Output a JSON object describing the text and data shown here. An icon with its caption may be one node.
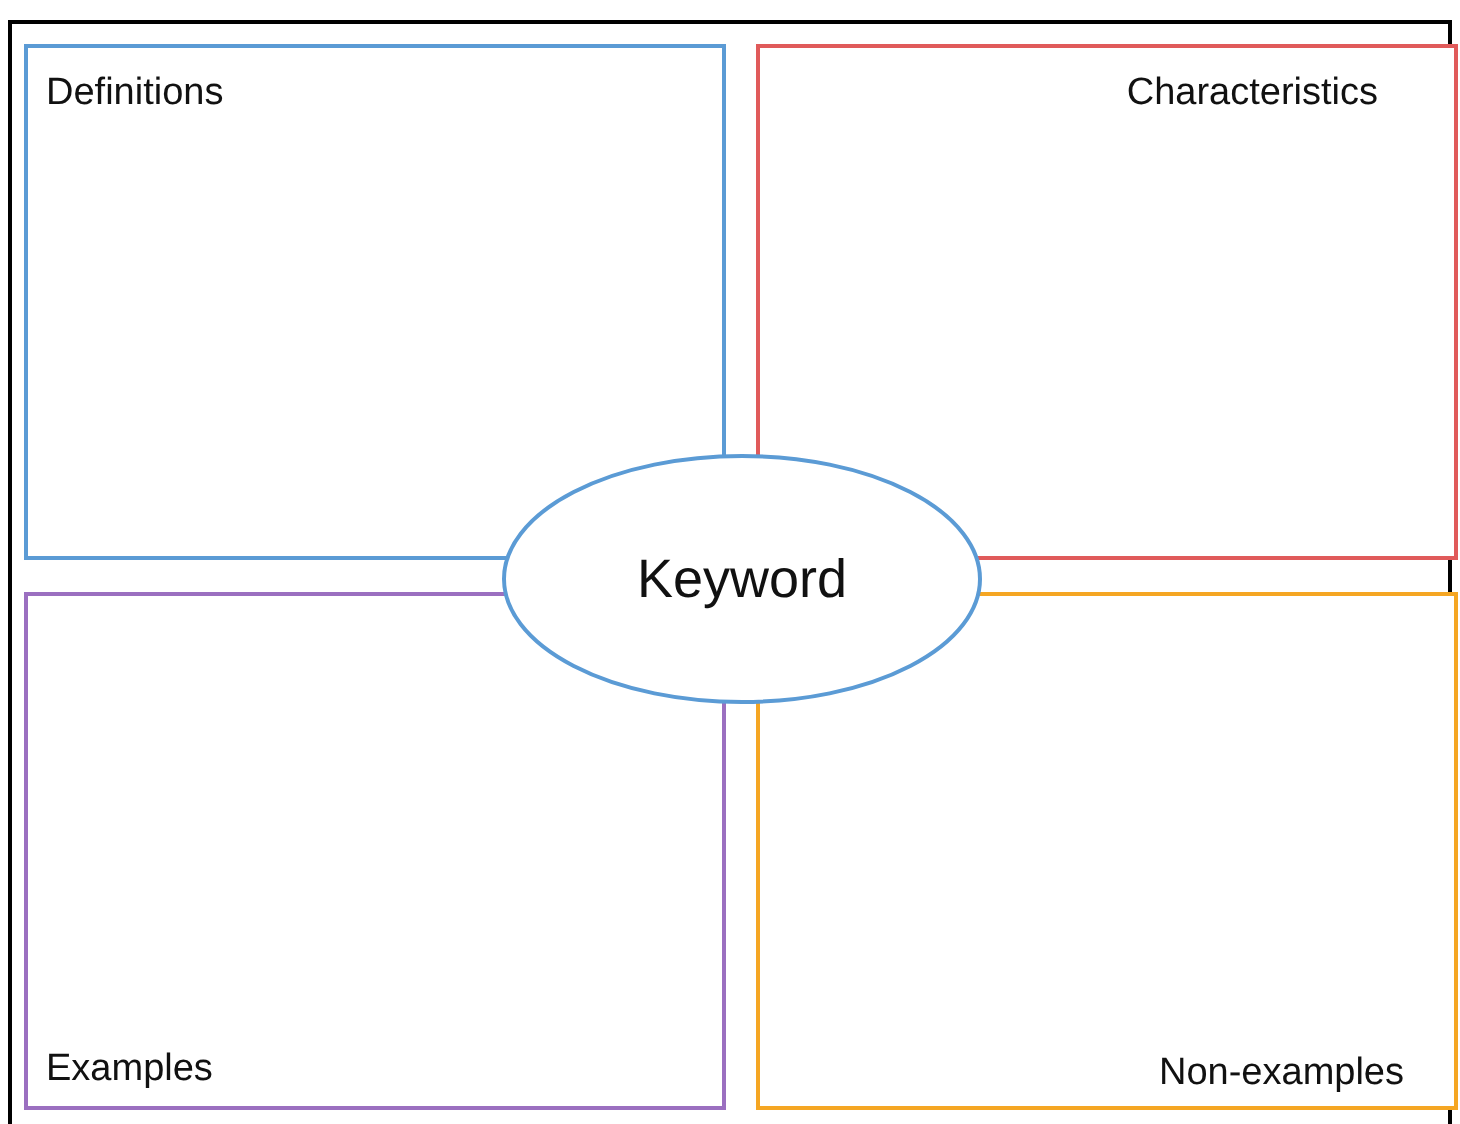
{
  "diagram": {
    "nodes": [
      {
        "text": [
          "Definitions"
        ]
      },
      {
        "text": [
          "Characteristics"
        ]
      },
      {
        "text": [
          "Examples"
        ]
      },
      {
        "text": [
          "Non-examples"
        ]
      },
      {
        "text": [
          "Keyword"
        ]
      }
    ]
  }
}
